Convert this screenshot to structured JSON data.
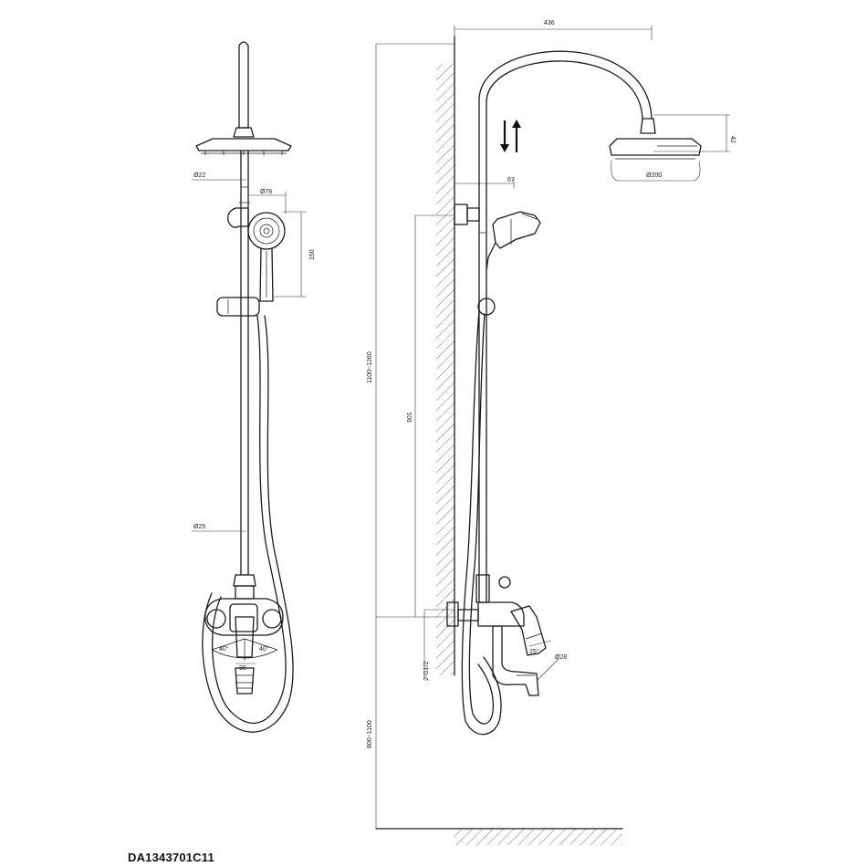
{
  "model_code": "DA1343701C11",
  "front_view": {
    "labels": {
      "rod_top_diameter": "Ø22",
      "hand_shower_diameter": "Ø76",
      "hand_shower_height": "150",
      "rod_bottom_diameter": "Ø25",
      "mixer_angle_left": "40°",
      "mixer_angle_right": "40°",
      "spout_label": "30"
    }
  },
  "side_view": {
    "labels": {
      "head_reach": "436",
      "head_thickness": "42",
      "head_diameter": "Ø200",
      "wall_offset": "67",
      "total_height": "1100~1260",
      "outlet_height": "901",
      "mixer_height": "800~1100",
      "connection": "2-G1/2",
      "spout_angle": "25°",
      "spout_diameter": "Ø28",
      "flow_arrows": "⇅"
    }
  }
}
